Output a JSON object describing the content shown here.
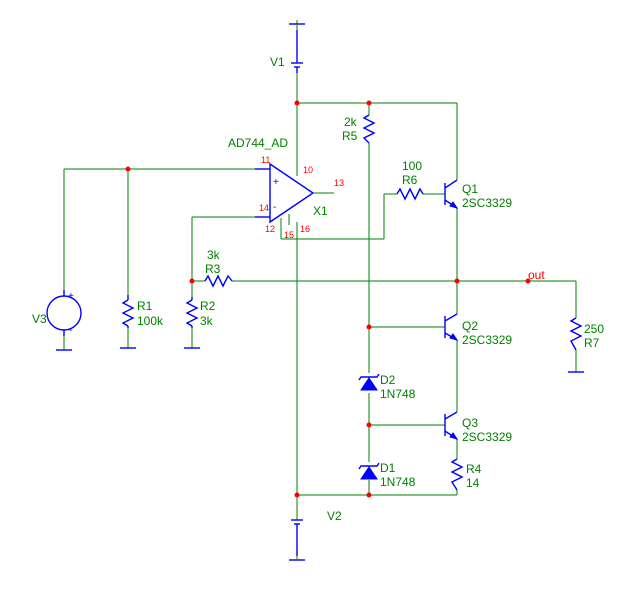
{
  "components": {
    "V1": {
      "name": "V1"
    },
    "V2": {
      "name": "V2"
    },
    "V3": {
      "name": "V3",
      "plus": "+",
      "minus": "-"
    },
    "X1": {
      "name": "X1",
      "model": "AD744_AD",
      "pins": [
        "11",
        "10",
        "13",
        "14",
        "12",
        "15",
        "16"
      ],
      "in_plus": "+",
      "in_minus": "-"
    },
    "R1": {
      "name": "R1",
      "value": "100k"
    },
    "R2": {
      "name": "R2",
      "value": "3k"
    },
    "R3": {
      "name": "R3",
      "value": "3k"
    },
    "R4": {
      "name": "R4",
      "value": "14"
    },
    "R5": {
      "name": "R5",
      "value": "2k"
    },
    "R6": {
      "name": "R6",
      "value": "100"
    },
    "R7": {
      "name": "R7",
      "value": "250"
    },
    "Q1": {
      "name": "Q1",
      "model": "2SC3329"
    },
    "Q2": {
      "name": "Q2",
      "model": "2SC3329"
    },
    "Q3": {
      "name": "Q3",
      "model": "2SC3329"
    },
    "D1": {
      "name": "D1",
      "model": "1N748"
    },
    "D2": {
      "name": "D2",
      "model": "1N748"
    }
  },
  "nets": {
    "out": "out"
  },
  "colors": {
    "wire": "#008000",
    "component": "#0000ff",
    "junction": "#ff0000",
    "pin_label": "#ff0000",
    "text": "#008000"
  }
}
